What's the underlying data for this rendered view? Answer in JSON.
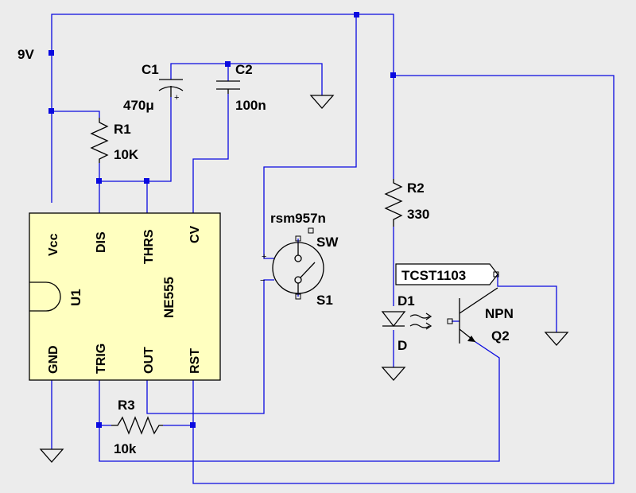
{
  "supply": {
    "label": "9V"
  },
  "C1": {
    "ref": "C1",
    "value": "470μ"
  },
  "C2": {
    "ref": "C2",
    "value": "100n"
  },
  "R1": {
    "ref": "R1",
    "value": "10K"
  },
  "R2": {
    "ref": "R2",
    "value": "330"
  },
  "R3": {
    "ref": "R3",
    "value": "10k"
  },
  "U1": {
    "ref": "U1",
    "part": "NE555",
    "top_pins": [
      "Vcc",
      "DIS",
      "THRS",
      "CV"
    ],
    "bottom_pins": [
      "GND",
      "TRIG",
      "OUT",
      "RST"
    ],
    "body_color": "#ffffc0"
  },
  "S1": {
    "ref": "S1",
    "part": "rsm957n",
    "type": "SW",
    "plus": "+",
    "minus": "−"
  },
  "D1": {
    "ref": "D1",
    "type": "D"
  },
  "Q2": {
    "ref": "Q2",
    "type": "NPN"
  },
  "opto": {
    "label": "TCST1103"
  },
  "colors": {
    "wire": "#0a0ae0",
    "background": "#ececec",
    "component": "#000000"
  }
}
